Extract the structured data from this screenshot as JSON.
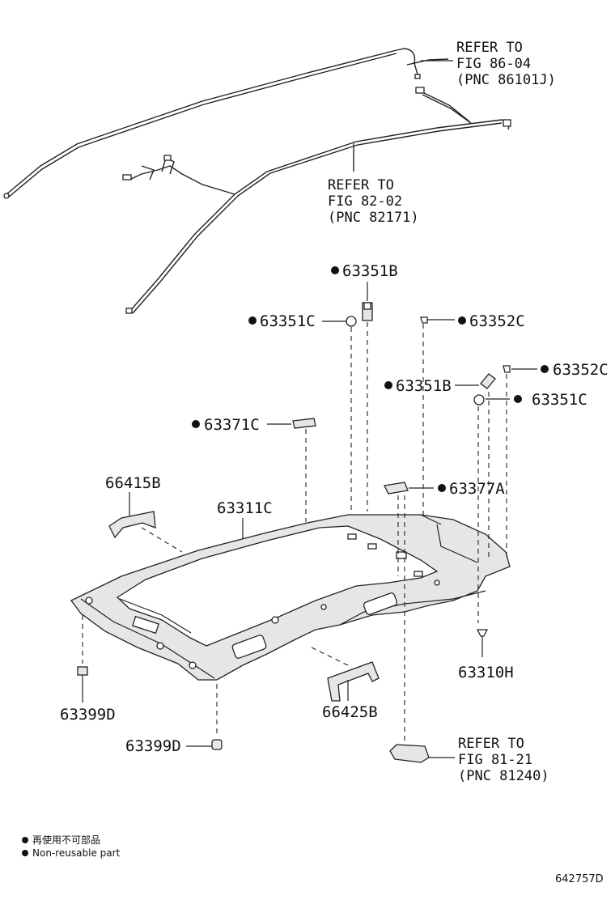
{
  "wiring_refs": [
    {
      "line1": "REFER TO",
      "line2": "FIG 86-04",
      "line3": "(PNC 86101J)"
    },
    {
      "line1": "REFER TO",
      "line2": "FIG 82-02",
      "line3": "(PNC 82171)"
    }
  ],
  "lamp_ref": {
    "line1": "REFER TO",
    "line2": "FIG 81-21",
    "line3": "(PNC 81240)"
  },
  "part_labels": {
    "p63351B_top": "63351B",
    "p63351C_left": "63351C",
    "p63352C_mid": "63352C",
    "p63352C_right": "63352C",
    "p63351B_mid": "63351B",
    "p63351C_right": "63351C",
    "p63371C": "63371C",
    "p66415B": "66415B",
    "p63311C": "63311C",
    "p63377A": "63377A",
    "p63310H": "63310H",
    "p63399D_left": "63399D",
    "p66425B": "66425B",
    "p63399D_bottom": "63399D"
  },
  "legend": {
    "jp": "再使用不可部品",
    "en": "Non-reusable part"
  },
  "figure_id": "642757D",
  "colors": {
    "ink": "#222222",
    "panel": "#e6e6e6",
    "background": "#ffffff"
  }
}
